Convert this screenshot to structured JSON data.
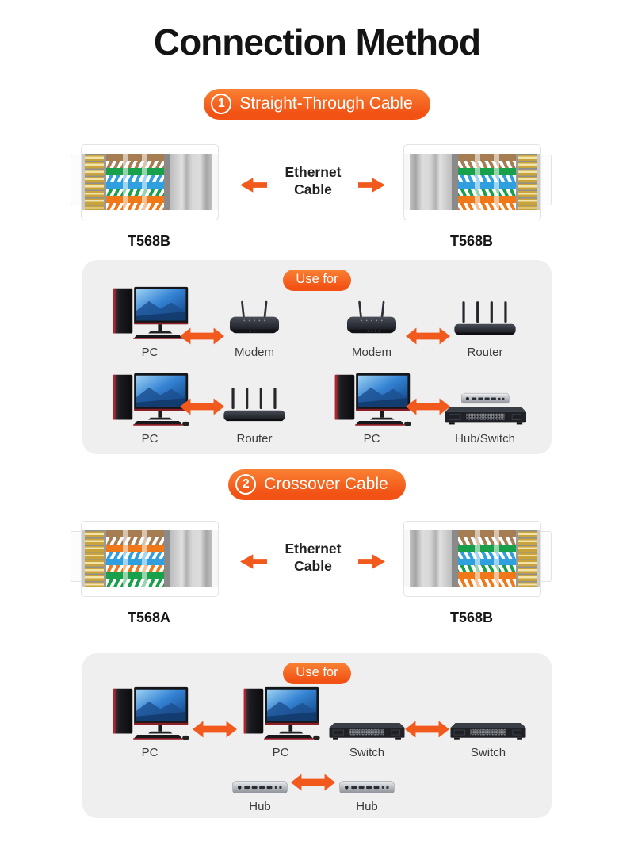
{
  "title": "Connection Method",
  "colors": {
    "accent": "#F2591C",
    "panel_bg": "#EFEFEF",
    "wires": {
      "brown": "#A67C52",
      "green": "#18A04B",
      "blue": "#2F9FE0",
      "orange": "#F07818"
    }
  },
  "wiring": {
    "t568b": [
      "brown",
      "white-brown",
      "green",
      "white-blue",
      "blue",
      "white-green",
      "orange",
      "white-orange"
    ],
    "t568a": [
      "brown",
      "white-brown",
      "orange",
      "white-blue",
      "blue",
      "white-orange",
      "green",
      "white-green"
    ]
  },
  "sections": [
    {
      "badge": "1",
      "heading": "Straight-Through Cable",
      "cable": {
        "line1": "Ethernet",
        "line2": "Cable"
      },
      "left_label": "T568B",
      "right_label": "T568B",
      "use_for": {
        "title": "Use for",
        "pairs": [
          {
            "a": {
              "type": "pc",
              "label": "PC"
            },
            "b": {
              "type": "modem",
              "label": "Modem"
            }
          },
          {
            "a": {
              "type": "modem",
              "label": "Modem"
            },
            "b": {
              "type": "router",
              "label": "Router"
            }
          },
          {
            "a": {
              "type": "pc",
              "label": "PC"
            },
            "b": {
              "type": "router",
              "label": "Router"
            }
          },
          {
            "a": {
              "type": "pc",
              "label": "PC"
            },
            "b": {
              "type": "hub_switch",
              "label": "Hub/Switch"
            }
          }
        ]
      }
    },
    {
      "badge": "2",
      "heading": "Crossover Cable",
      "cable": {
        "line1": "Ethernet",
        "line2": "Cable"
      },
      "left_label": "T568A",
      "right_label": "T568B",
      "use_for": {
        "title": "Use for",
        "pairs": [
          {
            "a": {
              "type": "pc",
              "label": "PC"
            },
            "b": {
              "type": "pc",
              "label": "PC"
            }
          },
          {
            "a": {
              "type": "switch",
              "label": "Switch"
            },
            "b": {
              "type": "switch",
              "label": "Switch"
            }
          },
          {
            "a": {
              "type": "hub",
              "label": "Hub"
            },
            "b": {
              "type": "hub",
              "label": "Hub"
            }
          }
        ]
      }
    }
  ]
}
